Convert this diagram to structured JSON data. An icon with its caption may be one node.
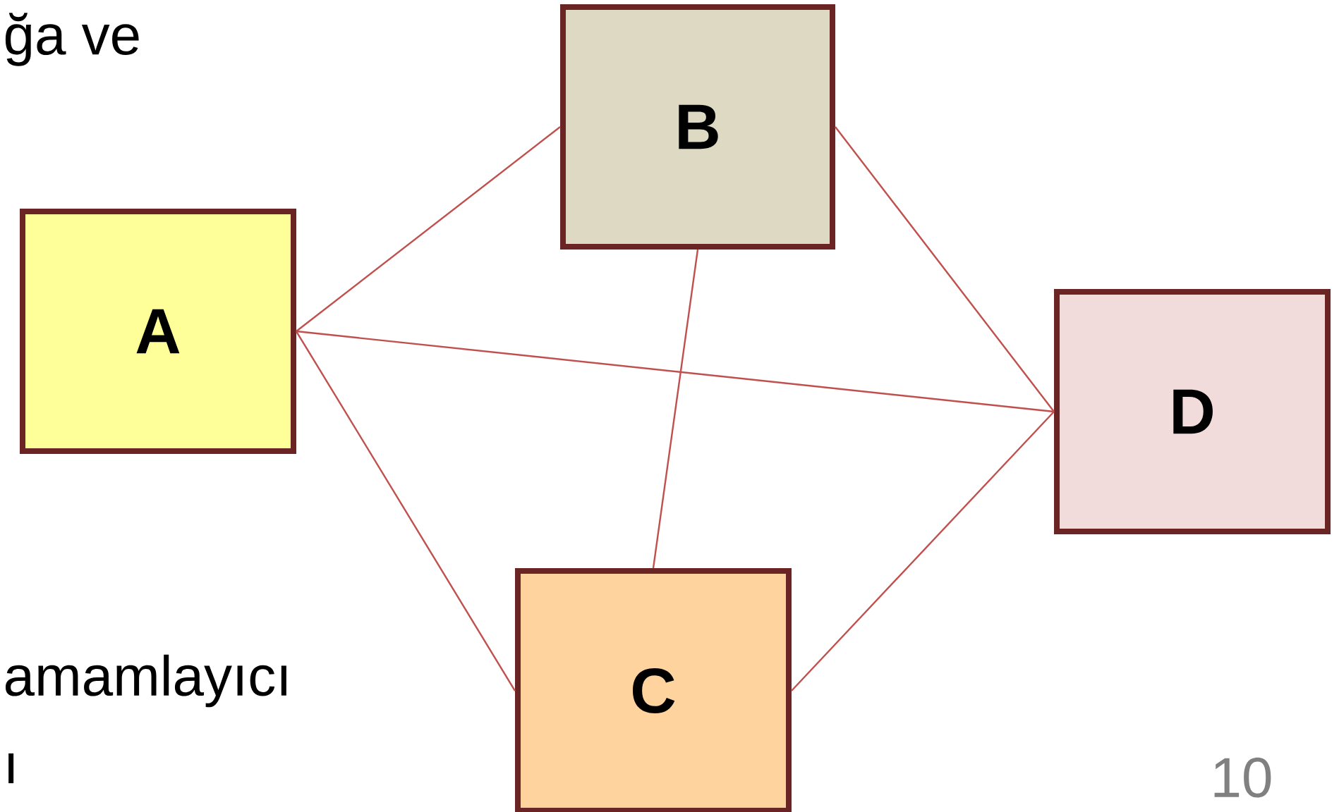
{
  "diagram": {
    "nodes": [
      {
        "text": [
          "A"
        ]
      },
      {
        "text": [
          "B"
        ]
      },
      {
        "text": [
          "C"
        ]
      },
      {
        "text": [
          "D"
        ]
      }
    ],
    "edges": [
      {
        "from": 0,
        "to": 1,
        "arrow": "none"
      },
      {
        "from": 0,
        "to": 3,
        "arrow": "none"
      },
      {
        "from": 0,
        "to": 2,
        "arrow": "none"
      },
      {
        "from": 1,
        "to": 2,
        "arrow": "none"
      },
      {
        "from": 1,
        "to": 3,
        "arrow": "none"
      },
      {
        "from": 2,
        "to": 3,
        "arrow": "none"
      }
    ],
    "labels": [
      "ğa ve",
      "amamlayıcı",
      "ı",
      "10"
    ]
  }
}
